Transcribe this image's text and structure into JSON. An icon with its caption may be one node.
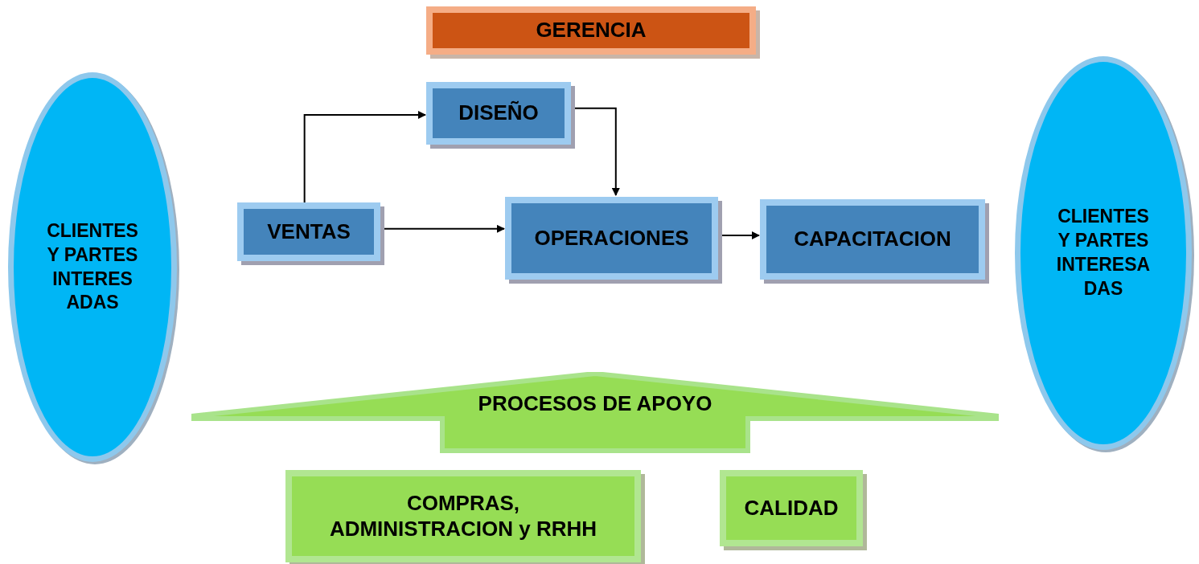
{
  "diagram": {
    "nodes": [
      {
        "text": [
          "GERENCIA"
        ]
      },
      {
        "text": [
          "CLIENTES Y PARTES INTERES ADAS"
        ]
      },
      {
        "text": [
          "DISEÑO"
        ]
      },
      {
        "text": [
          "VENTAS"
        ]
      },
      {
        "text": [
          "OPERACIONES"
        ]
      },
      {
        "text": [
          "CAPACITACION"
        ]
      },
      {
        "text": [
          "CLIENTES Y PARTES INTERESA DAS"
        ]
      },
      {
        "text": [
          "PROCESOS DE APOYO"
        ]
      },
      {
        "text": [
          "COMPRAS, ADMINISTRACION y RRHH"
        ]
      },
      {
        "text": [
          "CALIDAD"
        ]
      }
    ],
    "edges": [
      {
        "from": 3,
        "to": 2,
        "arrow": "to"
      },
      {
        "from": 2,
        "to": 4,
        "arrow": "to"
      },
      {
        "from": 3,
        "to": 4,
        "arrow": "to"
      },
      {
        "from": 4,
        "to": 5,
        "arrow": "to"
      }
    ]
  }
}
